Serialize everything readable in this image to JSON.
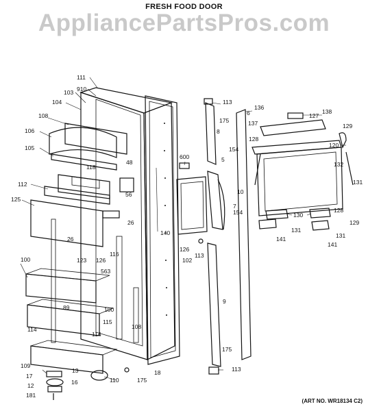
{
  "header": {
    "title": "FRESH FOOD DOOR"
  },
  "watermark": {
    "text": "AppliancePartsPros.com"
  },
  "footer": {
    "art_number": "(ART NO. WR18134 C2)"
  },
  "callouts": [
    "111",
    "910",
    "103",
    "104",
    "108",
    "106",
    "105",
    "118",
    "48",
    "112",
    "125",
    "56",
    "26",
    "26",
    "126",
    "116",
    "563",
    "123",
    "100",
    "89",
    "100",
    "115",
    "114",
    "114",
    "108",
    "109",
    "13",
    "17",
    "16",
    "12",
    "181",
    "110",
    "175",
    "18",
    "600",
    "140",
    "126",
    "113",
    "102",
    "113",
    "8",
    "175",
    "5",
    "154",
    "10",
    "7",
    "154",
    "6",
    "9",
    "175",
    "113",
    "136",
    "127",
    "138",
    "137",
    "129",
    "128",
    "120",
    "132",
    "131",
    "128",
    "130",
    "141",
    "131",
    "141",
    "131",
    "129"
  ]
}
